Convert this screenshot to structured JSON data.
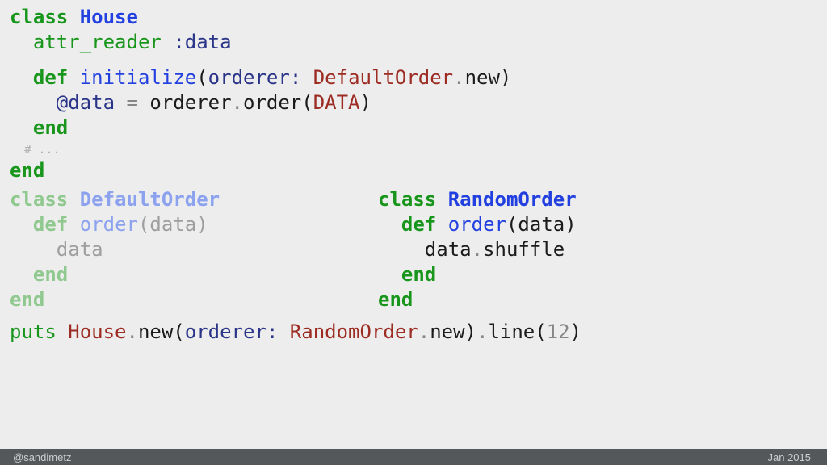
{
  "meta": {
    "slide_bg": "#EDEDED",
    "footer_bg": "#54585A",
    "footer_text_color": "#CBCED0"
  },
  "palette": {
    "kw": {
      "color": "#18961C",
      "bold": true
    },
    "kwr": {
      "color": "#18961C",
      "bold": false
    },
    "cls": {
      "color": "#2240E0",
      "bold": true
    },
    "mth": {
      "color": "#2240E0",
      "bold": false
    },
    "sym": {
      "color": "#2A3488",
      "bold": false
    },
    "const": {
      "color": "#9C2B22",
      "bold": false
    },
    "plain": {
      "color": "#1B1B1B",
      "bold": false
    },
    "op": {
      "color": "#878787",
      "bold": false
    },
    "num": {
      "color": "#878787",
      "bold": false
    },
    "comment": {
      "color": "#B0B0B0",
      "bold": false
    },
    "fkw": {
      "color": "#8FC98F",
      "bold": true
    },
    "fcls": {
      "color": "#8CA2EE",
      "bold": true
    },
    "fmth": {
      "color": "#8CA2EE",
      "bold": false
    },
    "fplain": {
      "color": "#9E9E9E",
      "bold": false
    }
  },
  "code": {
    "house": [
      {
        "tokens": [
          [
            "kw",
            "class"
          ],
          [
            "plain",
            " "
          ],
          [
            "cls",
            "House"
          ]
        ]
      },
      {
        "tokens": [
          [
            "plain",
            "  "
          ],
          [
            "kwr",
            "attr_reader"
          ],
          [
            "plain",
            " "
          ],
          [
            "sym",
            ":data"
          ]
        ]
      },
      {
        "gap": true,
        "tokens": [
          [
            "plain",
            "  "
          ],
          [
            "kw",
            "def"
          ],
          [
            "plain",
            " "
          ],
          [
            "mth",
            "initialize"
          ],
          [
            "plain",
            "("
          ],
          [
            "sym",
            "orderer:"
          ],
          [
            "plain",
            " "
          ],
          [
            "const",
            "DefaultOrder"
          ],
          [
            "op",
            "."
          ],
          [
            "plain",
            "new)"
          ]
        ]
      },
      {
        "tokens": [
          [
            "plain",
            "    "
          ],
          [
            "sym",
            "@data"
          ],
          [
            "plain",
            " "
          ],
          [
            "op",
            "="
          ],
          [
            "plain",
            " orderer"
          ],
          [
            "op",
            "."
          ],
          [
            "plain",
            "order("
          ],
          [
            "const",
            "DATA"
          ],
          [
            "plain",
            ")"
          ]
        ]
      },
      {
        "tokens": [
          [
            "plain",
            "  "
          ],
          [
            "kw",
            "end"
          ]
        ]
      },
      {
        "comment": true,
        "tokens": [
          [
            "comment",
            "  # ..."
          ]
        ]
      },
      {
        "tokens": [
          [
            "kw",
            "end"
          ]
        ]
      }
    ],
    "default_order": [
      {
        "tokens": [
          [
            "fkw",
            "class"
          ],
          [
            "fplain",
            " "
          ],
          [
            "fcls",
            "DefaultOrder"
          ]
        ]
      },
      {
        "tokens": [
          [
            "fplain",
            "  "
          ],
          [
            "fkw",
            "def"
          ],
          [
            "fplain",
            " "
          ],
          [
            "fmth",
            "order"
          ],
          [
            "fplain",
            "(data)"
          ]
        ]
      },
      {
        "tokens": [
          [
            "fplain",
            "    data"
          ]
        ]
      },
      {
        "tokens": [
          [
            "fplain",
            "  "
          ],
          [
            "fkw",
            "end"
          ]
        ]
      },
      {
        "tokens": [
          [
            "fkw",
            "end"
          ]
        ]
      }
    ],
    "random_order": [
      {
        "tokens": [
          [
            "kw",
            "class"
          ],
          [
            "plain",
            " "
          ],
          [
            "cls",
            "RandomOrder"
          ]
        ]
      },
      {
        "tokens": [
          [
            "plain",
            "  "
          ],
          [
            "kw",
            "def"
          ],
          [
            "plain",
            " "
          ],
          [
            "mth",
            "order"
          ],
          [
            "plain",
            "(data)"
          ]
        ]
      },
      {
        "tokens": [
          [
            "plain",
            "    data"
          ],
          [
            "op",
            "."
          ],
          [
            "plain",
            "shuffle"
          ]
        ]
      },
      {
        "tokens": [
          [
            "plain",
            "  "
          ],
          [
            "kw",
            "end"
          ]
        ]
      },
      {
        "tokens": [
          [
            "kw",
            "end"
          ]
        ]
      }
    ],
    "puts_line": [
      {
        "tokens": [
          [
            "kwr",
            "puts"
          ],
          [
            "plain",
            " "
          ],
          [
            "const",
            "House"
          ],
          [
            "op",
            "."
          ],
          [
            "plain",
            "new("
          ],
          [
            "sym",
            "orderer:"
          ],
          [
            "plain",
            " "
          ],
          [
            "const",
            "RandomOrder"
          ],
          [
            "op",
            "."
          ],
          [
            "plain",
            "new)"
          ],
          [
            "op",
            "."
          ],
          [
            "plain",
            "line("
          ],
          [
            "num",
            "12"
          ],
          [
            "plain",
            ")"
          ]
        ]
      }
    ]
  },
  "footer": {
    "handle": "@sandimetz",
    "date": "Jan 2015"
  }
}
